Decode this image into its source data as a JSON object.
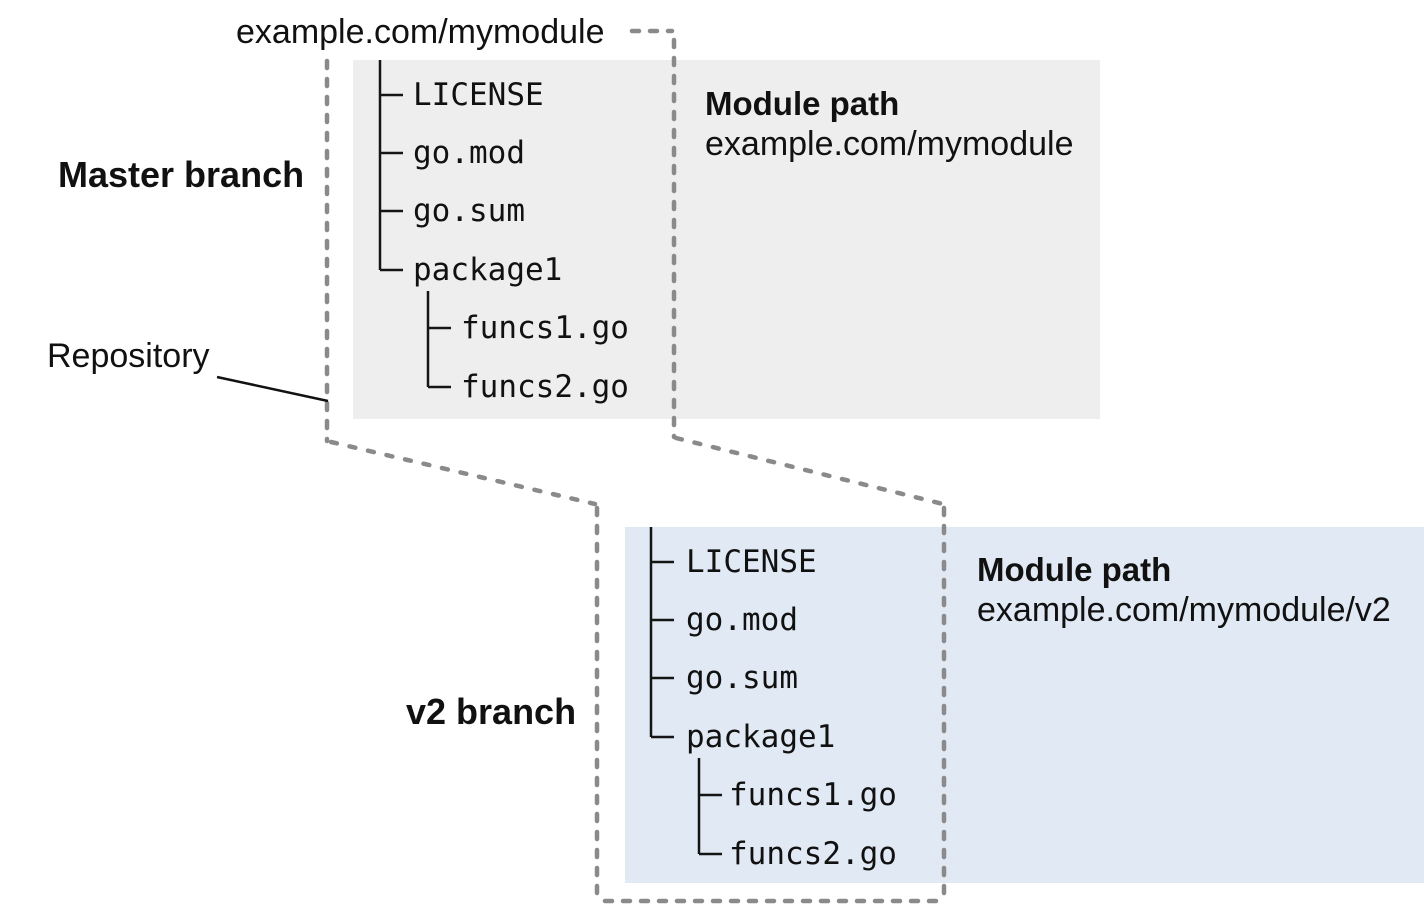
{
  "repo": {
    "title": "example.com/mymodule",
    "repository_label": "Repository"
  },
  "branches": [
    {
      "label": "Master branch",
      "module_path_label": "Module path",
      "module_path": "example.com/mymodule",
      "files": [
        "LICENSE",
        "go.mod",
        "go.sum",
        "package1"
      ],
      "subfiles": [
        "funcs1.go",
        "funcs2.go"
      ]
    },
    {
      "label": "v2 branch",
      "module_path_label": "Module path",
      "module_path": "example.com/mymodule/v2",
      "files": [
        "LICENSE",
        "go.mod",
        "go.sum",
        "package1"
      ],
      "subfiles": [
        "funcs1.go",
        "funcs2.go"
      ]
    }
  ],
  "colors": {
    "master_box_bg": "#eeeeee",
    "v2_box_bg": "#e1e9f4",
    "dashed_outline": "#8a8a8a",
    "text": "#111111"
  }
}
